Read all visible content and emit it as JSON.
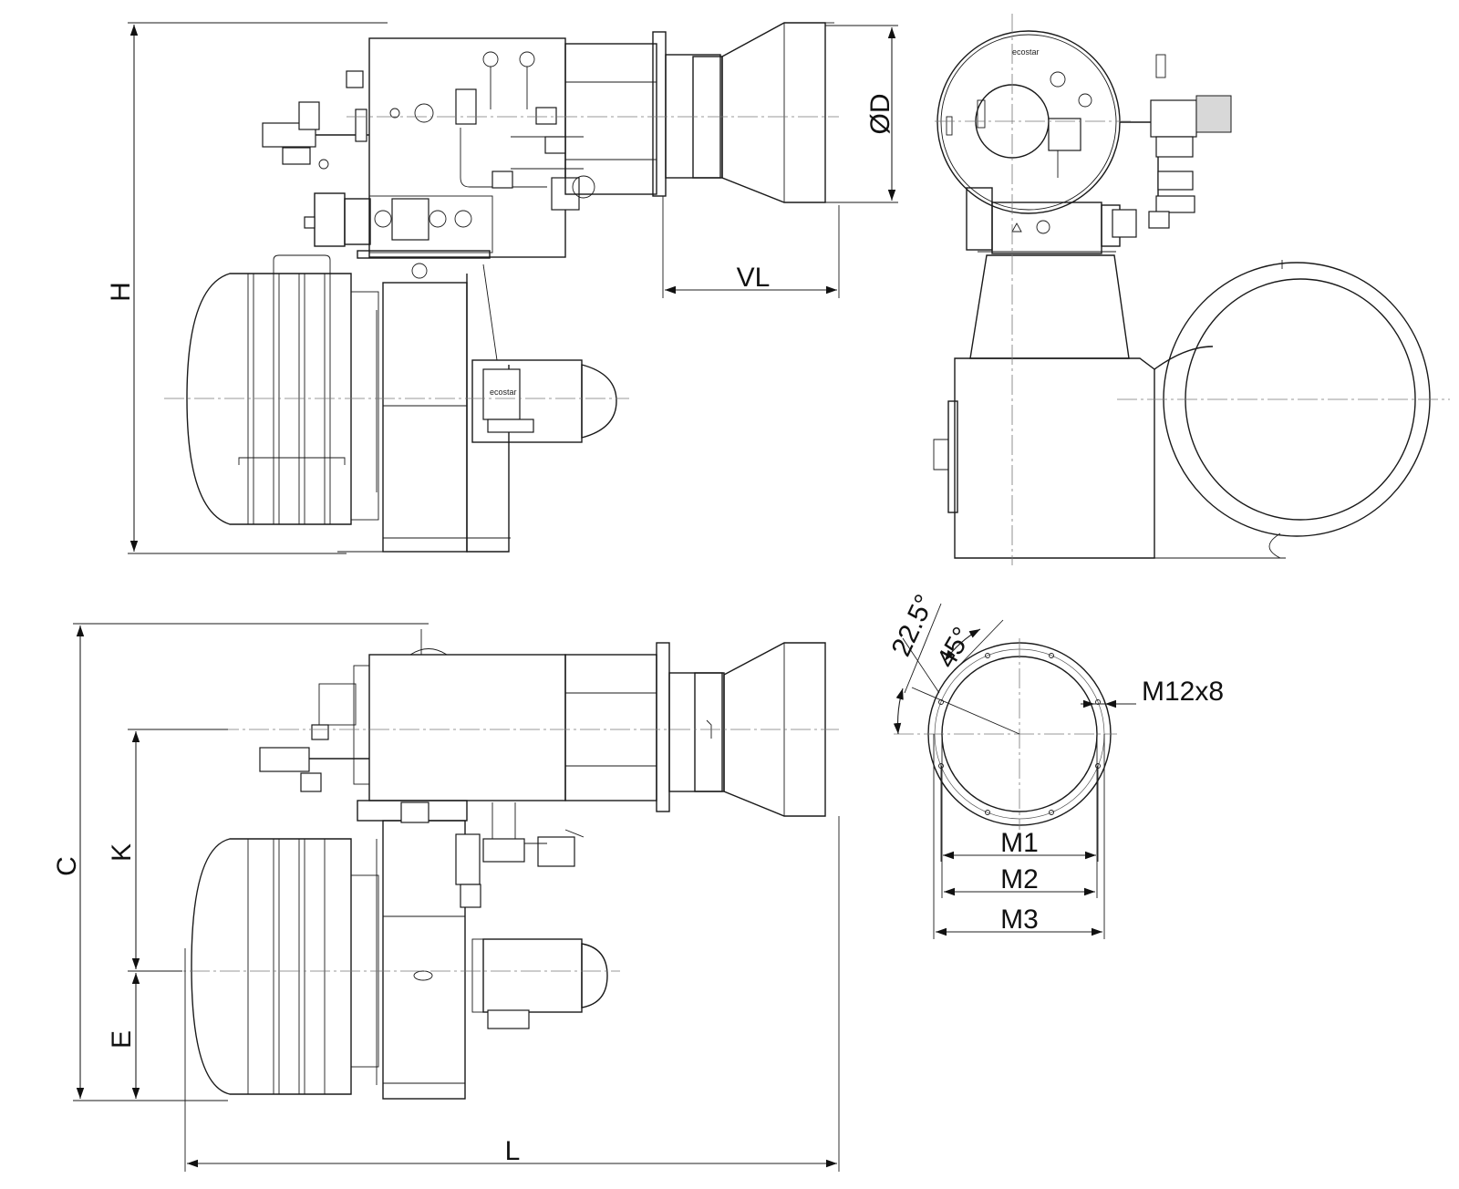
{
  "labels": {
    "H": "H",
    "VL": "VL",
    "OD": "ØD",
    "C": "C",
    "K": "K",
    "E": "E",
    "L": "L",
    "M1": "M1",
    "M2": "M2",
    "M3": "M3",
    "bolts": "M12x8",
    "angle_half": "22.5°",
    "angle_full": "45°",
    "brand": "ecostar"
  }
}
